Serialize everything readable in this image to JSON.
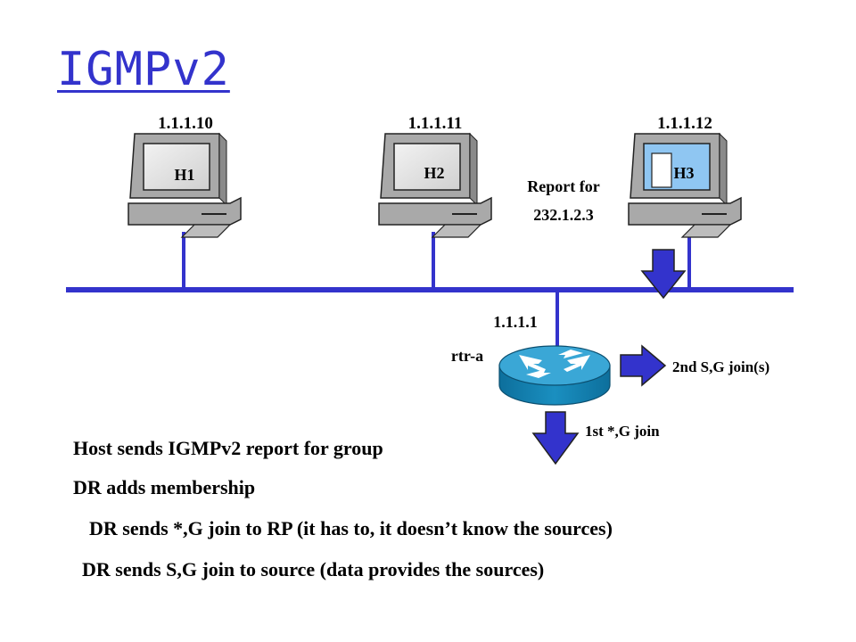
{
  "title": "IGMPv2",
  "hosts": [
    {
      "name": "H1",
      "ip": "1.1.1.10"
    },
    {
      "name": "H2",
      "ip": "1.1.1.11"
    },
    {
      "name": "H3",
      "ip": "1.1.1.12"
    }
  ],
  "report_label": {
    "line1": "Report for",
    "line2": "232.1.2.3"
  },
  "router": {
    "name": "rtr-a",
    "ip": "1.1.1.1"
  },
  "arrows": {
    "sg_join": "2nd S,G join(s)",
    "star_g_join": "1st *,G join"
  },
  "bullets": [
    "Host sends IGMPv2 report for group",
    "DR adds membership",
    "DR  sends *,G join to RP (it has to, it doesn’t know the sources)",
    "DR sends S,G join to source (data provides the sources)"
  ],
  "colors": {
    "network": "#3333cc",
    "arrow": "#3333cc",
    "router": "#1a8fc0",
    "screen_active": "#8fc6f2"
  }
}
